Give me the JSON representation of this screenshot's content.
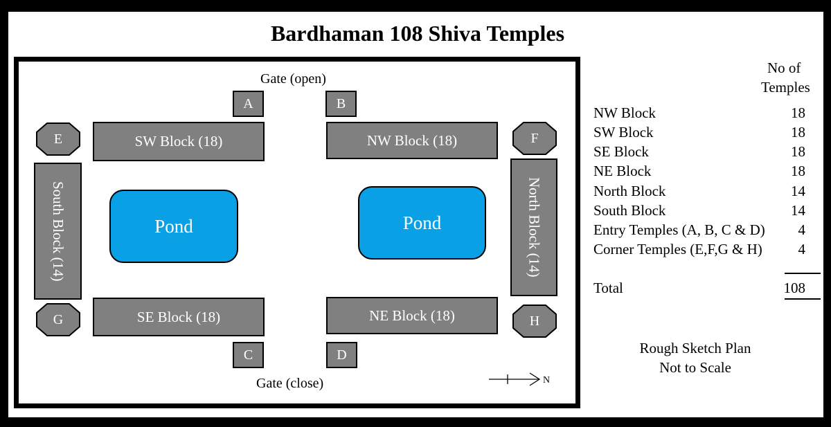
{
  "title": "Bardhaman 108 Shiva Temples",
  "gates": {
    "top": "Gate (open)",
    "bottom": "Gate (close)"
  },
  "blocks": {
    "sw": "SW Block (18)",
    "nw": "NW Block (18)",
    "se": "SE Block (18)",
    "ne": "NE Block (18)",
    "south": "South Block (14)",
    "north": "North Block (14)"
  },
  "entry_temples": {
    "a": "A",
    "b": "B",
    "c": "C",
    "d": "D"
  },
  "corner_temples": {
    "e": "E",
    "f": "F",
    "g": "G",
    "h": "H"
  },
  "ponds": {
    "left": "Pond",
    "right": "Pond"
  },
  "compass": {
    "label": "N"
  },
  "table": {
    "header_line1": "No of",
    "header_line2": "Temples",
    "rows": [
      {
        "name": "NW Block",
        "count": "18"
      },
      {
        "name": "SW Block",
        "count": "18"
      },
      {
        "name": "SE Block",
        "count": "18"
      },
      {
        "name": "NE Block",
        "count": "18"
      },
      {
        "name": "North Block",
        "count": "14"
      },
      {
        "name": "South Block",
        "count": "14"
      },
      {
        "name": "Entry Temples (A, B, C & D)",
        "count": "4"
      },
      {
        "name": "Corner Temples (E,F,G & H)",
        "count": "4"
      }
    ],
    "total_label": "Total",
    "total_value": "108"
  },
  "note": {
    "line1": "Rough Sketch Plan",
    "line2": "Not to Scale"
  },
  "colors": {
    "block": "#808080",
    "pond": "#0aa0e6",
    "frame": "#000000"
  }
}
